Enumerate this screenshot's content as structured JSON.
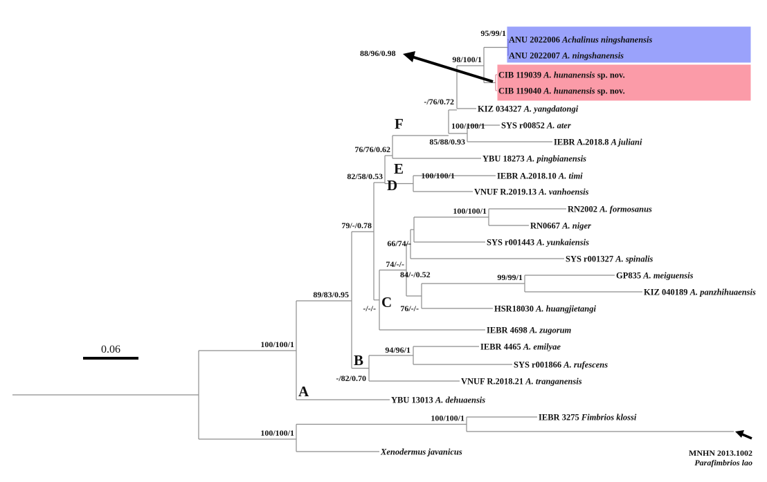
{
  "figure": {
    "type": "phylogenetic-tree",
    "scale_bar": {
      "label": "0.06",
      "value": 0.06
    },
    "highlight_colors": {
      "ningshanensis": "#9aa2fb",
      "hunanensis": "#fb9ba8"
    },
    "annotations": [
      {
        "label": "88/96/0.98",
        "points_to": "CIB 119039 / CIB 119040 clade"
      },
      {
        "label": "MNHN 2013.1002",
        "label2": "Parafimbrios lao",
        "points_to": "Parafimbrios lao branch tip"
      }
    ]
  },
  "tree": {
    "id": "root",
    "children": [
      {
        "id": "ingroup",
        "support": "100/100/1",
        "children": [
          {
            "id": "n89",
            "support": "89/83/0.95",
            "children": [
              {
                "id": "n79",
                "support": "79/-/0.78",
                "children": [
                  {
                    "id": "n82",
                    "support": "82/58/0.53",
                    "children": [
                      {
                        "id": "n76",
                        "support": "76/76/0.62",
                        "children": [
                          {
                            "id": "F",
                            "support": "100/100/1",
                            "clade": "F",
                            "children": [
                              {
                                "id": "n72",
                                "support": "-/76/0.72",
                                "children": [
                                  {
                                    "id": "n98",
                                    "support": "98/100/1",
                                    "children": [
                                      {
                                        "id": "n95",
                                        "support": "95/99/1",
                                        "color": "blue",
                                        "children": [
                                          {
                                            "tip": "ANU 2022006",
                                            "species": "Achalinus ningshanensis",
                                            "highlight": "ningshanensis"
                                          },
                                          {
                                            "tip": "ANU 2022007",
                                            "species": "A. ningshanensis",
                                            "highlight": "ningshanensis"
                                          }
                                        ]
                                      },
                                      {
                                        "id": "hun",
                                        "color": "red",
                                        "children": [
                                          {
                                            "tip": "CIB 119039",
                                            "species": "A. hunanensis",
                                            "suffix": "sp. nov.",
                                            "highlight": "hunanensis"
                                          },
                                          {
                                            "tip": "CIB 119040",
                                            "species": "A. hunanensis",
                                            "suffix": "sp. nov.",
                                            "highlight": "hunanensis"
                                          }
                                        ]
                                      }
                                    ]
                                  },
                                  {
                                    "tip": "KIZ 034327",
                                    "species": "A. yangdatongi"
                                  }
                                ]
                              },
                              {
                                "id": "n85",
                                "support": "85/88/0.93",
                                "children": [
                                  {
                                    "tip": "SYS r00852",
                                    "species": "A. ater"
                                  },
                                  {
                                    "tip": "IEBR A.2018.8",
                                    "species": "A juliani"
                                  }
                                ]
                              }
                            ]
                          },
                          {
                            "tip": "YBU 18273",
                            "species": "A. pingbianensis",
                            "clade": "E"
                          }
                        ]
                      },
                      {
                        "id": "D",
                        "support": "100/100/1",
                        "clade": "D",
                        "children": [
                          {
                            "tip": "IEBR A.2018.10",
                            "species": "A. timi"
                          },
                          {
                            "tip": "VNUF R.2019.13",
                            "species": "A. vanhoensis"
                          }
                        ]
                      }
                    ]
                  },
                  {
                    "id": "C",
                    "support": "-/-/-",
                    "clade": "C",
                    "children": [
                      {
                        "id": "n84",
                        "support": "84/-/0.52",
                        "children": [
                          {
                            "id": "n74",
                            "support": "74/-/-",
                            "children": [
                              {
                                "id": "n66",
                                "support": "66/74/-",
                                "children": [
                                  {
                                    "id": "n100a",
                                    "support": "100/100/1",
                                    "children": [
                                      {
                                        "tip": "RN2002",
                                        "species": "A. formosanus"
                                      },
                                      {
                                        "tip": "RN0667",
                                        "species": "A. niger"
                                      }
                                    ]
                                  },
                                  {
                                    "tip": "SYS r001443",
                                    "species": "A. yunkaiensis"
                                  }
                                ]
                              },
                              {
                                "tip": "SYS r001327",
                                "species": "A. spinalis"
                              }
                            ]
                          },
                          {
                            "id": "n76b",
                            "support": "76/-/-",
                            "children": [
                              {
                                "id": "n99",
                                "support": "99/99/1",
                                "children": [
                                  {
                                    "tip": "GP835",
                                    "species": "A. meiguensis"
                                  },
                                  {
                                    "tip": "KIZ 040189",
                                    "species": "A. panzhihuaensis"
                                  }
                                ]
                              },
                              {
                                "tip": "HSR18030",
                                "species": "A. huangjietangi"
                              }
                            ]
                          }
                        ]
                      },
                      {
                        "tip": "IEBR 4698",
                        "species": "A. zugorum"
                      }
                    ]
                  }
                ]
              },
              {
                "id": "B",
                "support": "-/82/0.70",
                "clade": "B",
                "children": [
                  {
                    "id": "n94",
                    "support": "94/96/1",
                    "children": [
                      {
                        "tip": "IEBR 4465",
                        "species": "A. emilyae"
                      },
                      {
                        "tip": "SYS r001866",
                        "species": "A. rufescens"
                      }
                    ]
                  },
                  {
                    "tip": "VNUF R.2018.21",
                    "species": "A. tranganensis"
                  }
                ]
              }
            ]
          },
          {
            "tip": "YBU 13013",
            "species": "A. dehuaensis",
            "clade": "A"
          }
        ]
      },
      {
        "id": "outgroup",
        "support": "100/100/1",
        "children": [
          {
            "id": "fimb",
            "support": "100/100/1",
            "children": [
              {
                "tip": "IEBR 3275",
                "species": "Fimbrios klossi"
              },
              {
                "tip": "MNHN 2013.1002",
                "species": "Parafimbrios lao",
                "external_label": true
              }
            ]
          },
          {
            "tip": "",
            "species": "Xenodermus javanicus"
          }
        ]
      }
    ]
  }
}
